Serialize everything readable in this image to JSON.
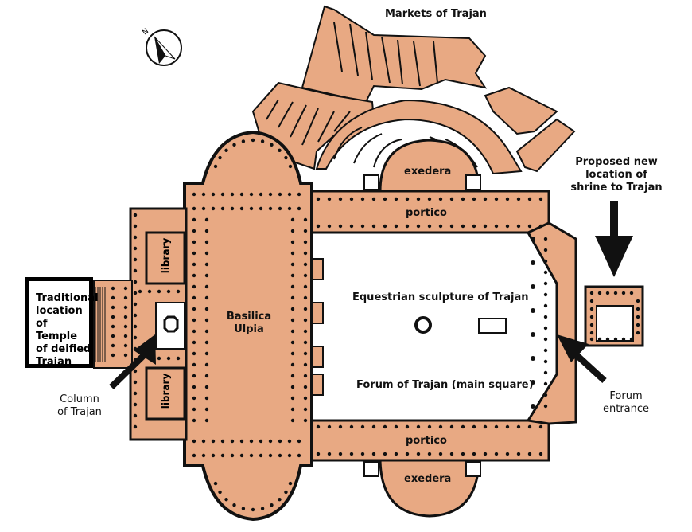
{
  "title": "Markets of Trajan",
  "labels": {
    "traditional_temple": "Traditional location of Temple of deified Trajan",
    "column": "Column of Trajan",
    "library_top": "library",
    "library_bottom": "library",
    "basilica": "Basilica Ulpia",
    "exedera_top": "exedera",
    "exedera_bottom": "exedera",
    "portico_top": "portico",
    "portico_bottom": "portico",
    "equestrian": "Equestrian sculpture of Trajan",
    "forum_square": "Forum of Trajan (main square)",
    "forum_entrance": "Forum entrance",
    "proposed_shrine": "Proposed new location of shrine to Trajan"
  },
  "colors": {
    "building_fill": "#e8a983",
    "outline": "#111111",
    "open_space": "#ffffff"
  },
  "compass": {
    "north_label": "N",
    "icon": "compass-icon"
  }
}
